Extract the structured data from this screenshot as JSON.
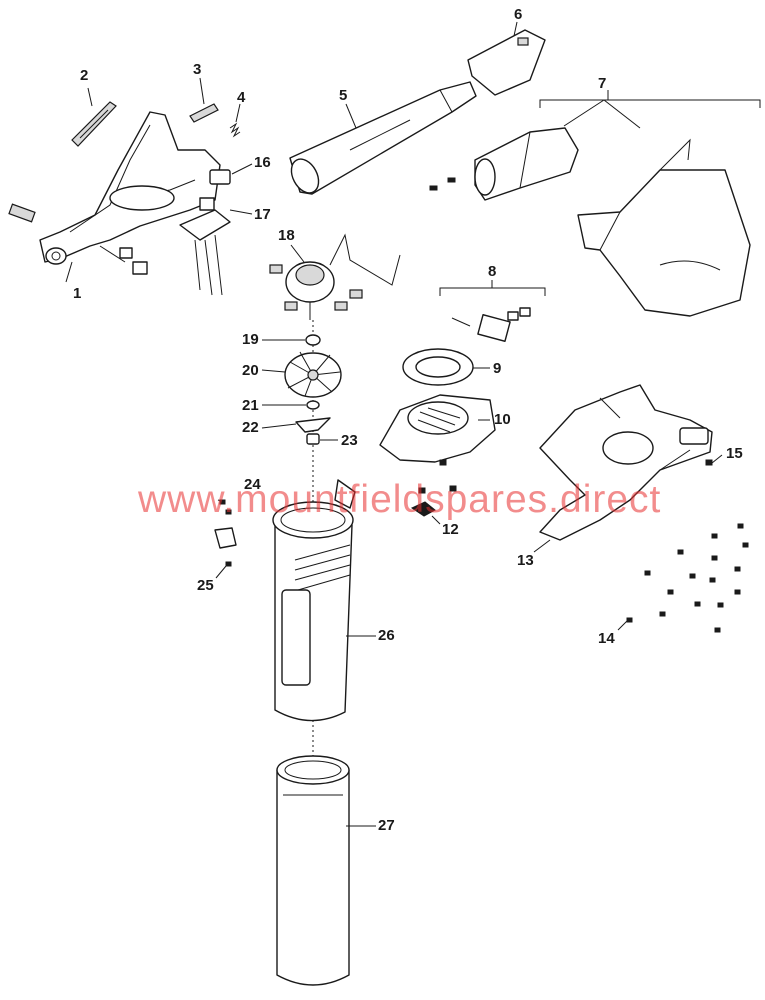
{
  "watermark": "www.mountfieldspares.direct",
  "labels": [
    "1",
    "2",
    "3",
    "4",
    "5",
    "6",
    "7",
    "8",
    "9",
    "10",
    "12",
    "13",
    "14",
    "15",
    "16",
    "17",
    "18",
    "19",
    "20",
    "21",
    "22",
    "23",
    "24",
    "25",
    "26",
    "27"
  ]
}
